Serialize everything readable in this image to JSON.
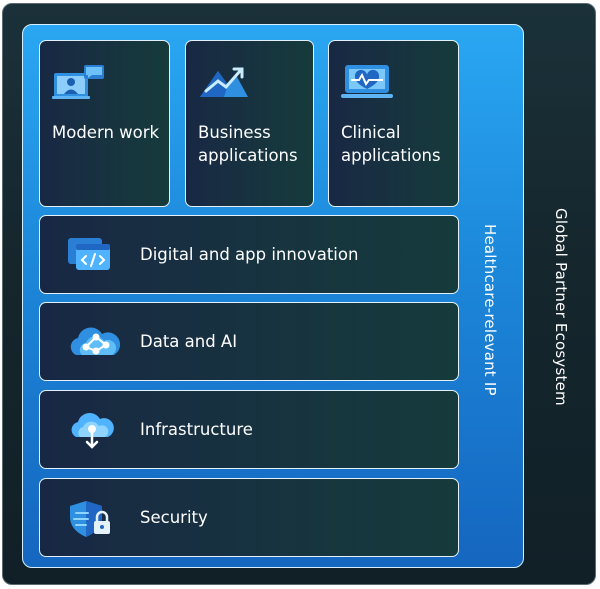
{
  "top_cards": [
    {
      "label": "Modern work",
      "icon": "modern-work-icon"
    },
    {
      "label": "Business applications",
      "icon": "business-applications-icon"
    },
    {
      "label": "Clinical applications",
      "icon": "clinical-applications-icon"
    }
  ],
  "rows": [
    {
      "label": "Digital and app innovation",
      "icon": "app-innovation-icon"
    },
    {
      "label": "Data and AI",
      "icon": "data-ai-icon"
    },
    {
      "label": "Infrastructure",
      "icon": "infrastructure-icon"
    },
    {
      "label": "Security",
      "icon": "security-icon"
    }
  ],
  "inner_label": "Healthcare-relevant IP",
  "outer_label": "Global Partner Ecosystem",
  "colors": {
    "outer_background": "#15262d",
    "inner_background": "#1c87d9",
    "card_background": "#182844",
    "icon_accent": "#4fb3ff"
  }
}
